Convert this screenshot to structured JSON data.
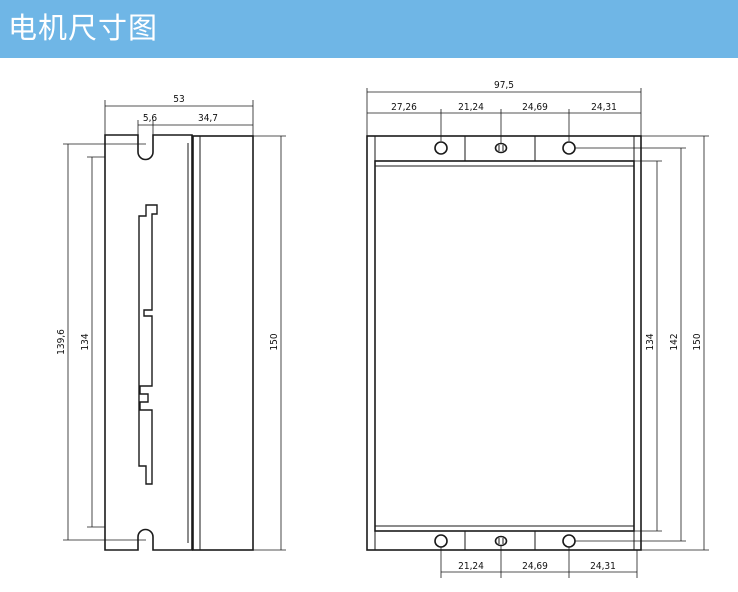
{
  "header": {
    "title": "电机尺寸图"
  },
  "side_view": {
    "dims": {
      "total_width": "53",
      "tab_width": "5,6",
      "body_width": "34,7",
      "hole_spacing": "139,6",
      "inner_height": "134",
      "total_height": "150"
    }
  },
  "front_view": {
    "dims": {
      "total_width": "97,5",
      "top_seg1": "27,26",
      "top_seg2": "21,24",
      "top_seg3": "24,69",
      "top_seg4": "24,31",
      "bottom_seg1": "21,24",
      "bottom_seg2": "24,69",
      "bottom_seg3": "24,31",
      "inner_height": "134",
      "hole_spacing": "142",
      "total_height": "150"
    }
  }
}
